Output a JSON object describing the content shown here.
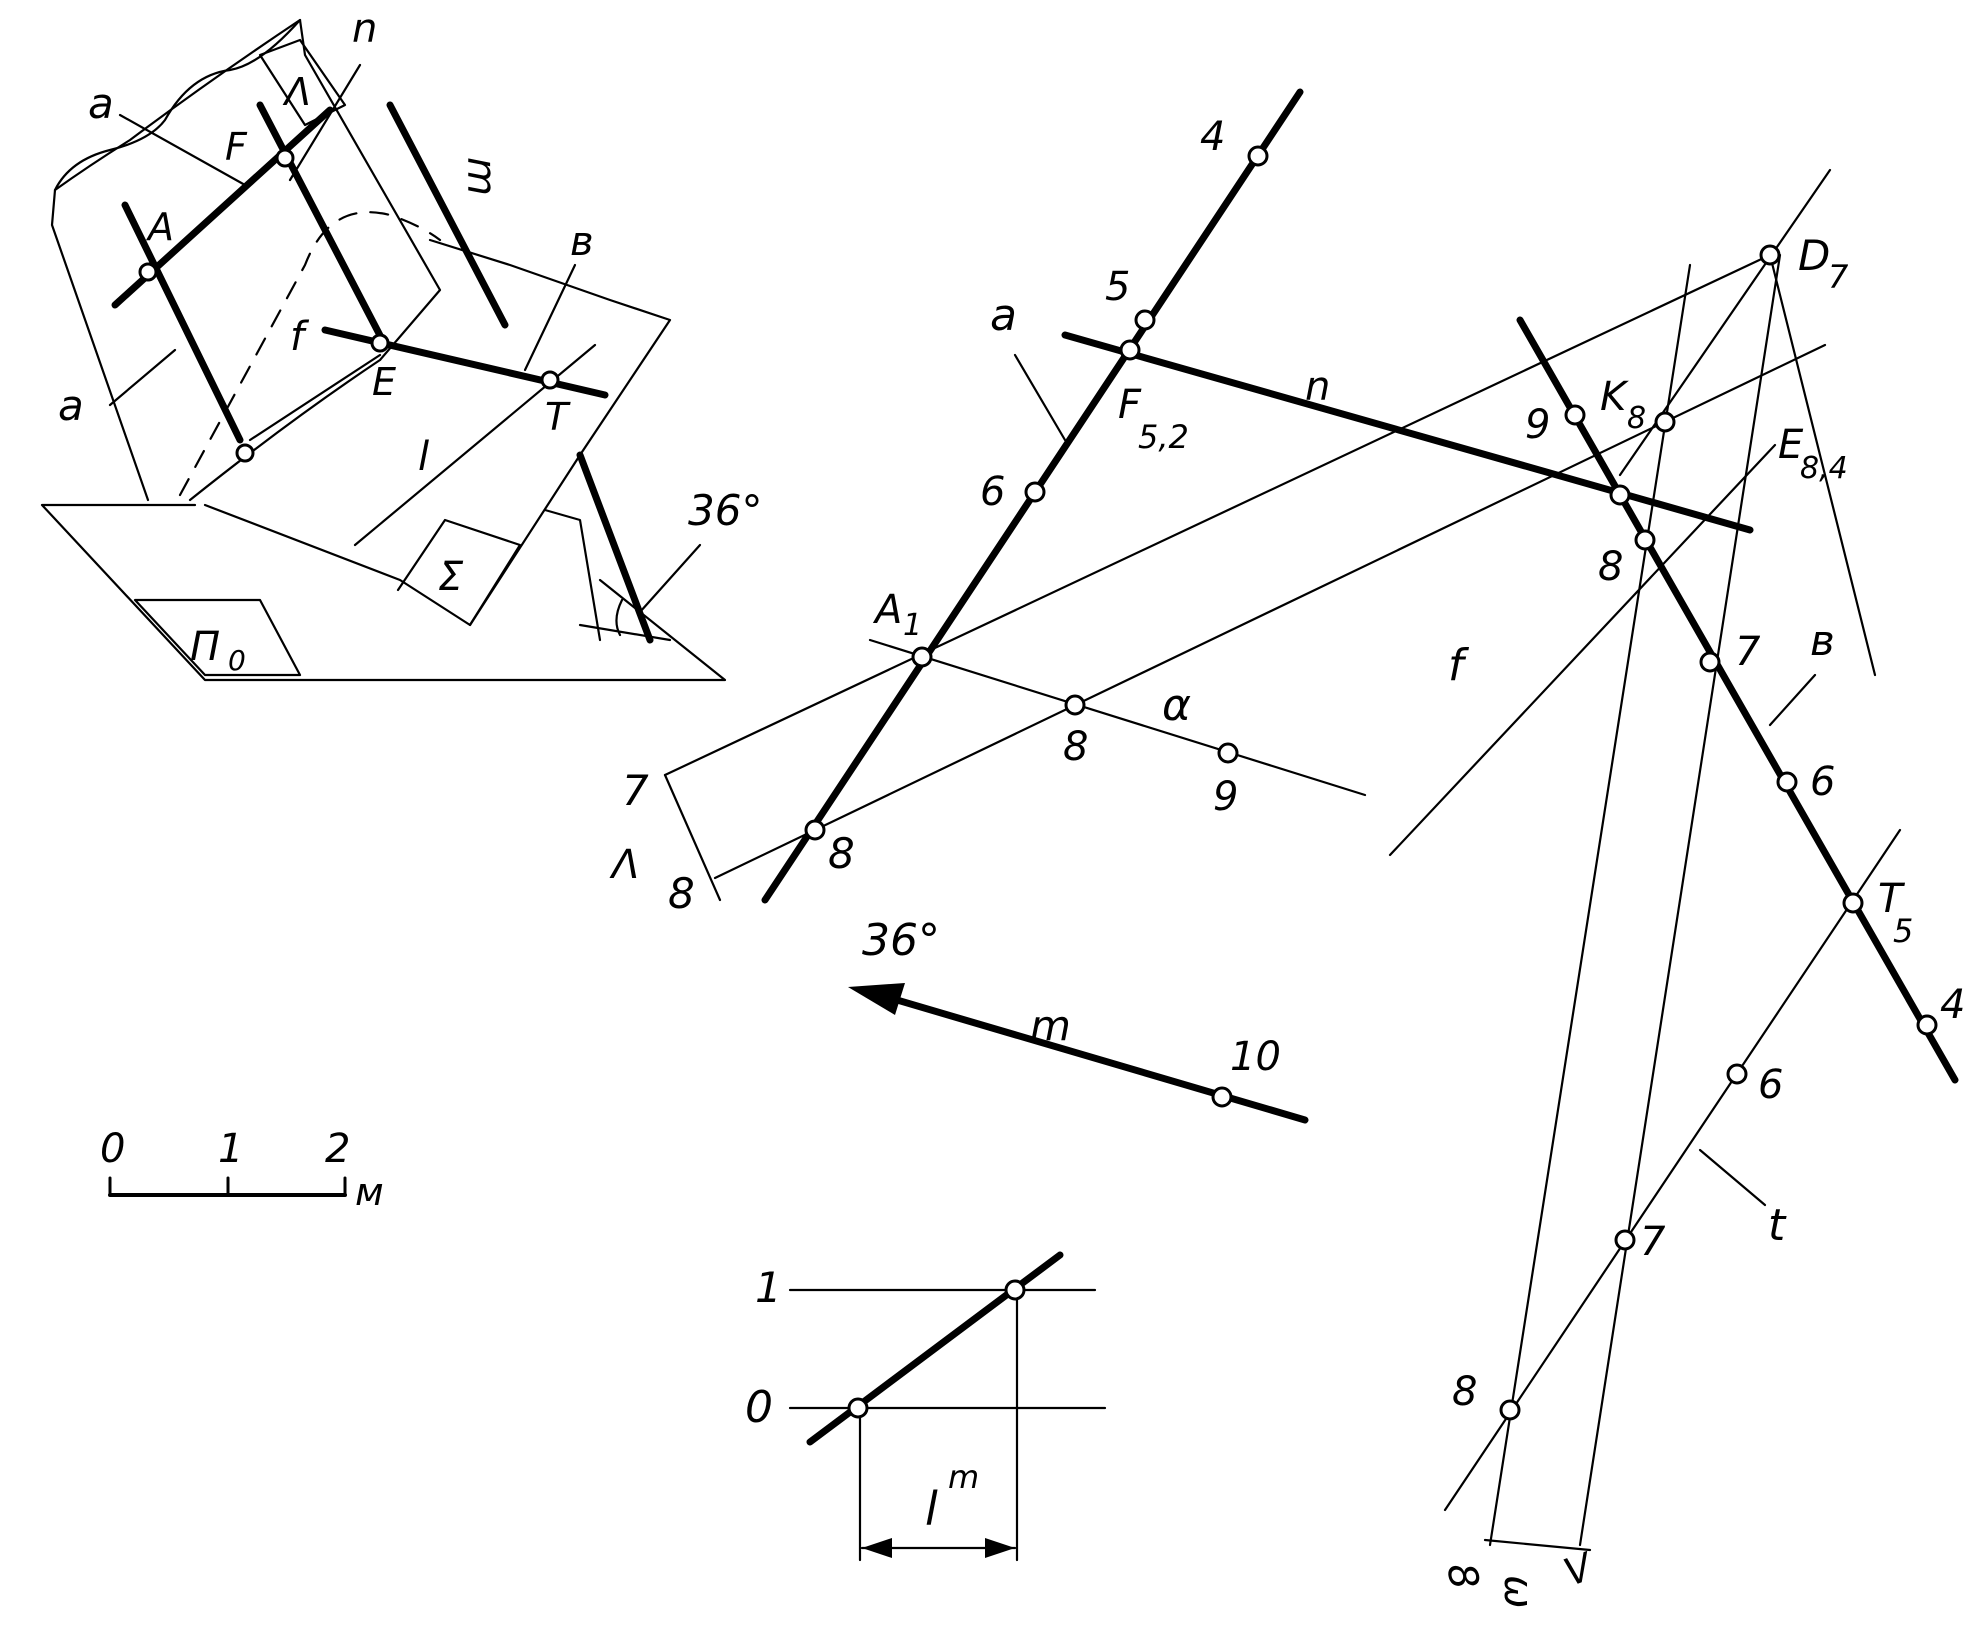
{
  "left_figure": {
    "labels": {
      "a_top": "a",
      "a_bottom": "a",
      "F": "F",
      "n": "n",
      "A": "A",
      "f": "f",
      "E": "E",
      "m": "m",
      "b": "в",
      "l": "l",
      "T": "T",
      "Lambda": "Λ",
      "Sigma": "Σ",
      "Pi0": "Π",
      "Pi0_sub": "0",
      "angle": "36°"
    }
  },
  "right_figure": {
    "labels": {
      "n4": "4",
      "n5": "5",
      "a": "a",
      "F": "F",
      "F_sub": "5,2",
      "n_line": "n",
      "n6": "6",
      "A": "A",
      "A_sub": "1",
      "alpha": "α",
      "alpha8": "8",
      "alpha9": "9",
      "seven": "7",
      "lambda_small": "Λ",
      "eight_left": "8",
      "eight_on_a": "8",
      "D": "D",
      "D_sub": "7",
      "K": "K",
      "K_sub": "8",
      "nine": "9",
      "E": "E",
      "E_sub": "8,4",
      "eight_mid": "8",
      "f": "f",
      "b7": "7",
      "b_line": "в",
      "b6": "6",
      "T": "T",
      "T_sub": "5",
      "b4": "4",
      "t6": "6",
      "t_line": "t",
      "t7": "7",
      "t8": "8",
      "bottom_8": "8",
      "bottom_w": "ω",
      "bottom_lambda": "Λ",
      "angle_m": "36°",
      "m_line": "m",
      "m10": "10"
    }
  },
  "scale_bar": {
    "ticks": [
      "0",
      "1",
      "2"
    ],
    "unit": "м"
  },
  "interval_diagram": {
    "level_1": "1",
    "level_0": "0",
    "interval_label": "l",
    "interval_sup": "m"
  }
}
